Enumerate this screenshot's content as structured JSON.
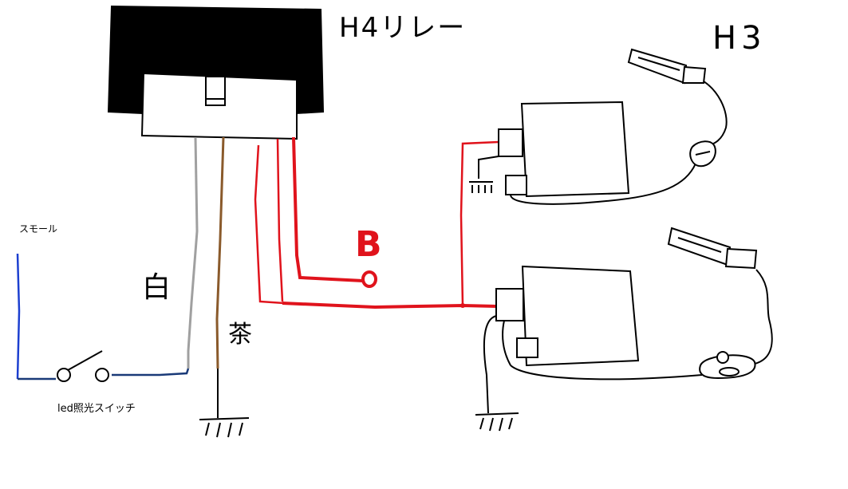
{
  "labels": {
    "relay": "H4リレー",
    "h3": "H3",
    "small": "スモール",
    "white": "白",
    "brown": "茶",
    "switch": "led照光スイッチ",
    "battery": "B"
  },
  "colors": {
    "red_wire": "#e0131c",
    "white_wire": "#a0a0a0",
    "brown_wire": "#8a5a2b",
    "blue_wire": "#1c3fd0",
    "navy_wire": "#1a3a78",
    "relay_body": "#000000",
    "line": "#000000"
  }
}
